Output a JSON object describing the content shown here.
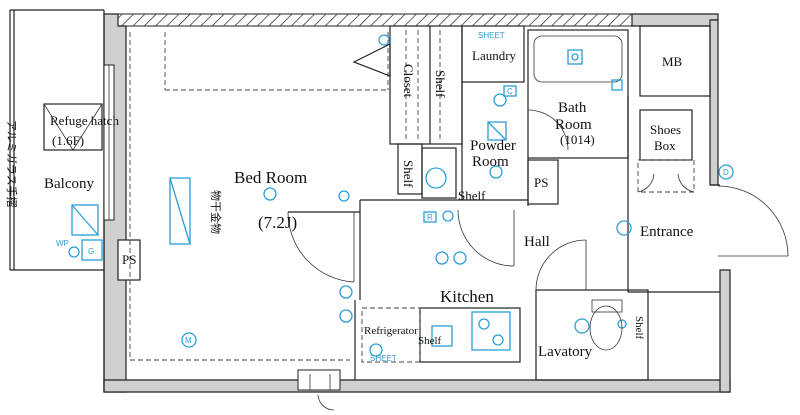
{
  "rooms": {
    "balcony": "Balcony",
    "refuge_hatch": "Refuge hatch",
    "refuge_hatch_size": "(1.6F)",
    "balcony_side_note": "アルミガラス手摺",
    "ps_left": "PS",
    "bedroom": "Bed Room",
    "bedroom_size": "(7.2J)",
    "closet": "Closet",
    "shelf_closet": "Shelf",
    "laundry": "Laundry",
    "bath_room": "Bath",
    "bath_room_2": "Room",
    "bath_room_size": "(1014)",
    "mb": "MB",
    "powder_room": "Powder",
    "powder_room_2": "Room",
    "shelf_powder": "Shelf",
    "shelf_small": "Shelf",
    "ps_center": "PS",
    "shoes_box": "Shoes",
    "shoes_box_2": "Box",
    "hall": "Hall",
    "entrance": "Entrance",
    "kitchen": "Kitchen",
    "refrigerator": "Refrigerator",
    "shelf_kitchen": "Shelf",
    "lavatory": "Lavatory",
    "shelf_lavatory": "Shelf",
    "hanger_note": "物干金物"
  },
  "symbols": {
    "sheet": "SHEET",
    "sheet2": "SHEET",
    "wp": "WP",
    "g": "G",
    "d": "D",
    "m": "M",
    "c": "C",
    "r": "R"
  },
  "colors": {
    "equipment": "#2a9fd6",
    "wall_fill": "#d0d0d0"
  }
}
